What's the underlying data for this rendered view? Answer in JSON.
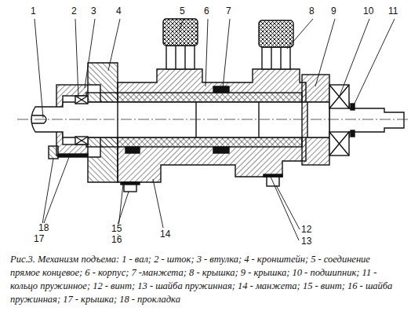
{
  "diagram": {
    "caption": "Рис.3. Механизм подъема: 1 - вал; 2 - шток; 3 - втулка; 4 - кронштейн; 5 - соединение прямое концевое; 6 - корпус; 7 -манжета; 8 - крышка; 9 - крышка; 10 - подшипник; 11 - кольцо пружинное; 12 - винт; 13 - шайба пружинная; 14 - манжета; 15 - винт; 16 - шайба пружинная; 17 - крышка; 18 - прокладка",
    "labels": [
      "1",
      "2",
      "3",
      "4",
      "5",
      "6",
      "7",
      "8",
      "9",
      "10",
      "11",
      "12",
      "13",
      "14",
      "15",
      "16",
      "17",
      "18"
    ]
  }
}
